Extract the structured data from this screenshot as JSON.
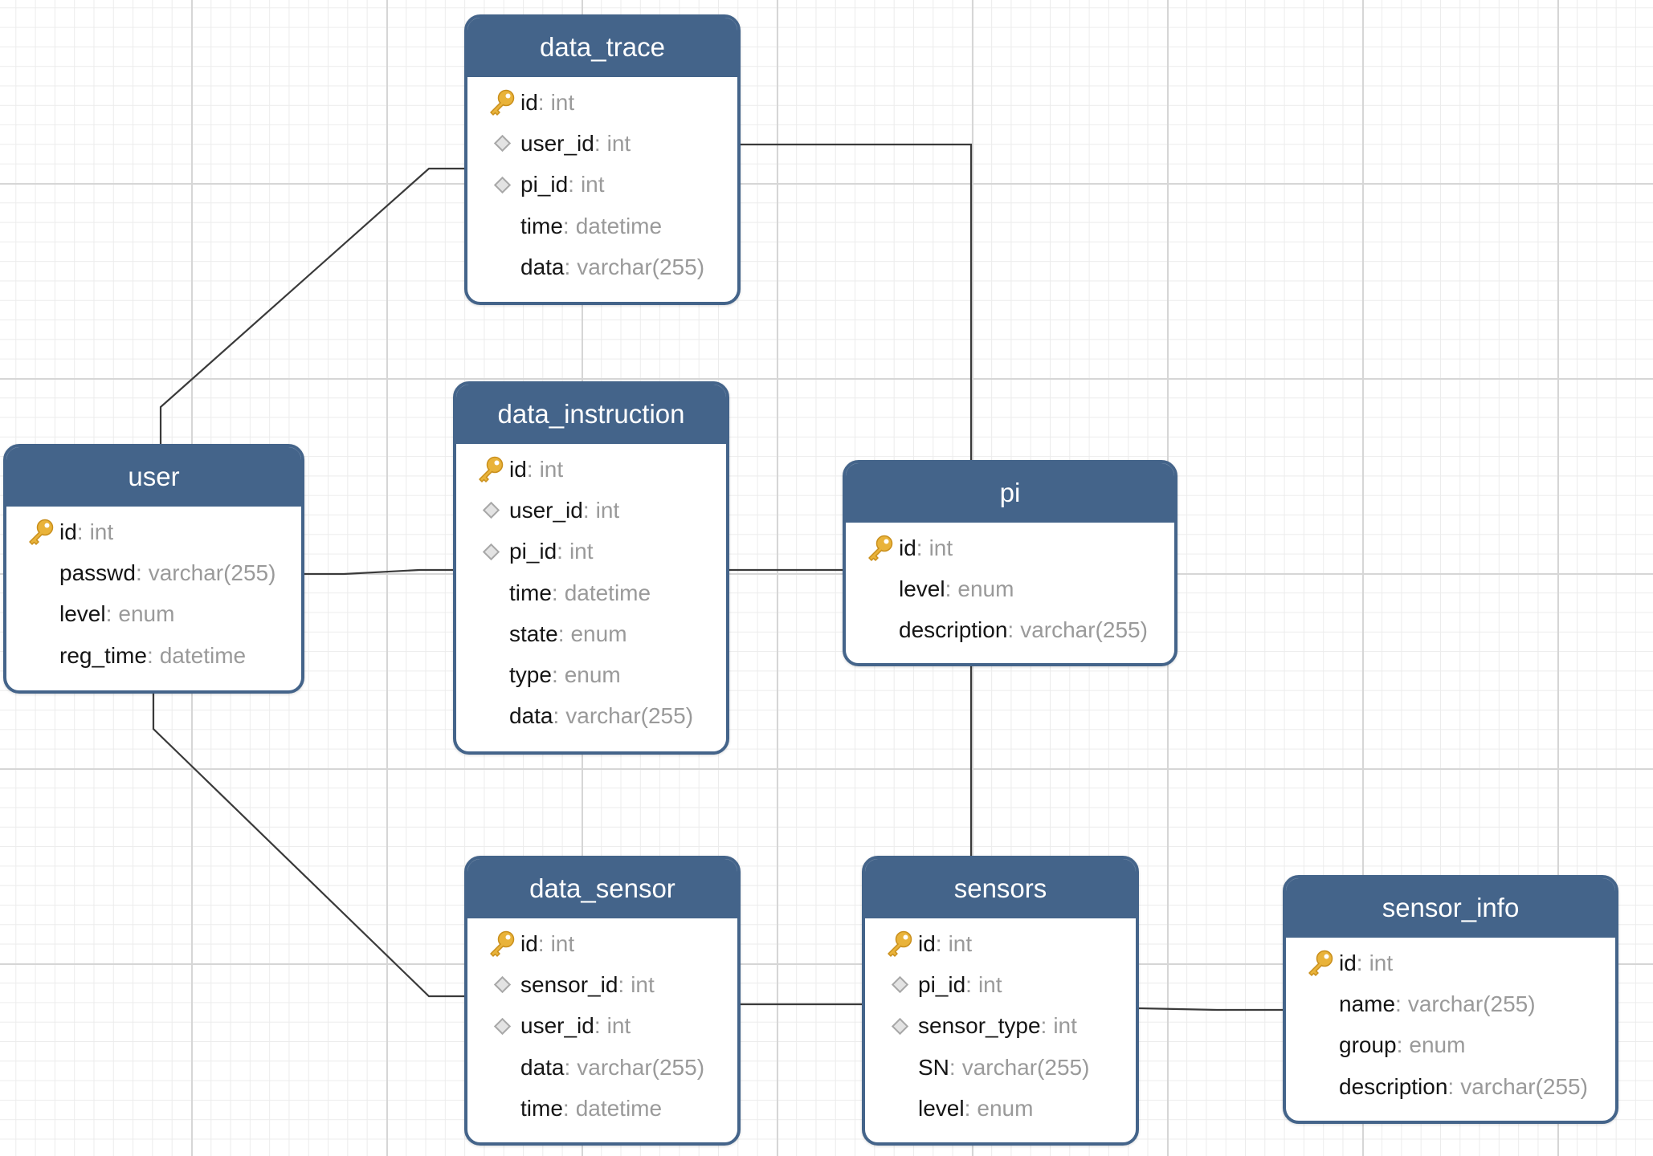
{
  "colors": {
    "header_bg": "#44648a",
    "header_text": "#ffffff",
    "key_icon": "#e9b33a",
    "field_type": "#9a9a9a",
    "connector": "#3a3a3a"
  },
  "tables": [
    {
      "name": "data_trace",
      "fields": [
        {
          "name": "id",
          "type": "int",
          "marker": "key-icon"
        },
        {
          "name": "user_id",
          "type": "int",
          "marker": "diamond-icon"
        },
        {
          "name": "pi_id",
          "type": "int",
          "marker": "diamond-icon"
        },
        {
          "name": "time",
          "type": "datetime",
          "marker": ""
        },
        {
          "name": "data",
          "type": "varchar(255)",
          "marker": ""
        }
      ]
    },
    {
      "name": "data_instruction",
      "fields": [
        {
          "name": "id",
          "type": "int",
          "marker": "key-icon"
        },
        {
          "name": "user_id",
          "type": "int",
          "marker": "diamond-icon"
        },
        {
          "name": "pi_id",
          "type": "int",
          "marker": "diamond-icon"
        },
        {
          "name": "time",
          "type": "datetime",
          "marker": ""
        },
        {
          "name": "state",
          "type": "enum",
          "marker": ""
        },
        {
          "name": "type",
          "type": "enum",
          "marker": ""
        },
        {
          "name": "data",
          "type": "varchar(255)",
          "marker": ""
        }
      ]
    },
    {
      "name": "user",
      "fields": [
        {
          "name": "id",
          "type": "int",
          "marker": "key-icon"
        },
        {
          "name": "passwd",
          "type": "varchar(255)",
          "marker": ""
        },
        {
          "name": "level",
          "type": "enum",
          "marker": ""
        },
        {
          "name": "reg_time",
          "type": "datetime",
          "marker": ""
        }
      ]
    },
    {
      "name": "pi",
      "fields": [
        {
          "name": "id",
          "type": "int",
          "marker": "key-icon"
        },
        {
          "name": "level",
          "type": "enum",
          "marker": ""
        },
        {
          "name": "description",
          "type": "varchar(255)",
          "marker": ""
        }
      ]
    },
    {
      "name": "data_sensor",
      "fields": [
        {
          "name": "id",
          "type": "int",
          "marker": "key-icon"
        },
        {
          "name": "sensor_id",
          "type": "int",
          "marker": "diamond-icon"
        },
        {
          "name": "user_id",
          "type": "int",
          "marker": "diamond-icon"
        },
        {
          "name": "data",
          "type": "varchar(255)",
          "marker": ""
        },
        {
          "name": "time",
          "type": "datetime",
          "marker": ""
        }
      ]
    },
    {
      "name": "sensors",
      "fields": [
        {
          "name": "id",
          "type": "int",
          "marker": "key-icon"
        },
        {
          "name": "pi_id",
          "type": "int",
          "marker": "diamond-icon"
        },
        {
          "name": "sensor_type",
          "type": "int",
          "marker": "diamond-icon"
        },
        {
          "name": "SN",
          "type": "varchar(255)",
          "marker": ""
        },
        {
          "name": "level",
          "type": "enum",
          "marker": ""
        }
      ]
    },
    {
      "name": "sensor_info",
      "fields": [
        {
          "name": "id",
          "type": "int",
          "marker": "key-icon"
        },
        {
          "name": "name",
          "type": "varchar(255)",
          "marker": ""
        },
        {
          "name": "group",
          "type": "enum",
          "marker": ""
        },
        {
          "name": "description",
          "type": "varchar(255)",
          "marker": ""
        }
      ]
    }
  ],
  "relations": [
    {
      "from": "user",
      "to": "data_trace"
    },
    {
      "from": "user",
      "to": "data_instruction"
    },
    {
      "from": "user",
      "to": "data_sensor"
    },
    {
      "from": "data_trace",
      "to": "pi"
    },
    {
      "from": "data_instruction",
      "to": "pi"
    },
    {
      "from": "pi",
      "to": "sensors"
    },
    {
      "from": "data_sensor",
      "to": "sensors"
    },
    {
      "from": "sensors",
      "to": "sensor_info"
    }
  ]
}
